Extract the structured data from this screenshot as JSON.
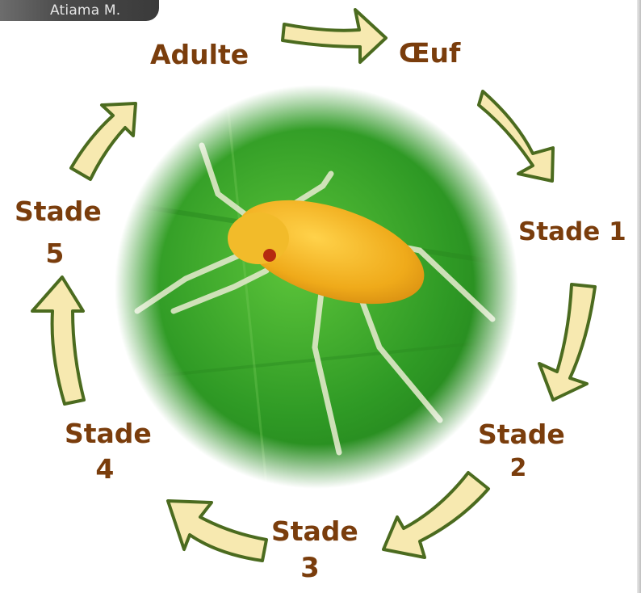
{
  "credit": "Atiama M.",
  "colors": {
    "label": "#7a3d0c",
    "arrow_fill": "#f7e9b0",
    "arrow_stroke": "#4b6b1f",
    "leaf": "#3f9e2a",
    "insect": "#efb020"
  },
  "icons": {
    "center": "yellow-aphid-insect-on-green-leaf-photo",
    "arrows": "curved-cycle-arrow"
  },
  "stages": [
    {
      "line1": "Œuf",
      "line2": ""
    },
    {
      "line1": "Stade 1",
      "line2": ""
    },
    {
      "line1": "Stade",
      "line2": "2"
    },
    {
      "line1": "Stade",
      "line2": "3"
    },
    {
      "line1": "Stade",
      "line2": "4"
    },
    {
      "line1": "Stade",
      "line2": "5"
    },
    {
      "line1": "Adulte",
      "line2": ""
    }
  ]
}
